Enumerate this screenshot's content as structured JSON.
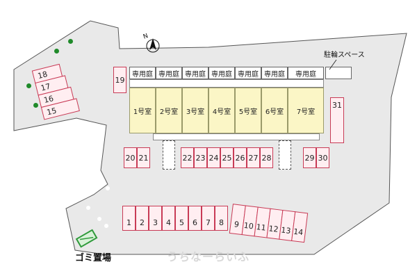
{
  "garden_label": "専用庭",
  "units": [
    "1号室",
    "2号室",
    "3号室",
    "4号室",
    "5号室",
    "6号室",
    "7号室"
  ],
  "bicycle_space_label": "駐輪スペース",
  "trash_label": "ゴミ置場",
  "watermark": "うちなーらいふ",
  "parking": {
    "bottom_row": [
      "1",
      "2",
      "3",
      "4",
      "5",
      "6",
      "7",
      "8"
    ],
    "bottom_row_angled": [
      "9",
      "10",
      "11",
      "12",
      "13",
      "14"
    ],
    "middle_left": [
      "20",
      "21"
    ],
    "middle_center": [
      "22",
      "23",
      "24",
      "25",
      "26",
      "27",
      "28"
    ],
    "middle_right": [
      "29",
      "30"
    ],
    "right_single": [
      "31"
    ],
    "top_single": [
      "19"
    ],
    "left_column": [
      "18",
      "17",
      "16",
      "15"
    ]
  },
  "compass": {
    "label": "N"
  },
  "colors": {
    "lot": "#e9e9e9",
    "parking_border": "#c83a55",
    "parking_fill": "#ffeef1",
    "unit_fill": "#fbf6c6",
    "tree": "#1f8a2a",
    "trash": "#2e9a3a"
  }
}
